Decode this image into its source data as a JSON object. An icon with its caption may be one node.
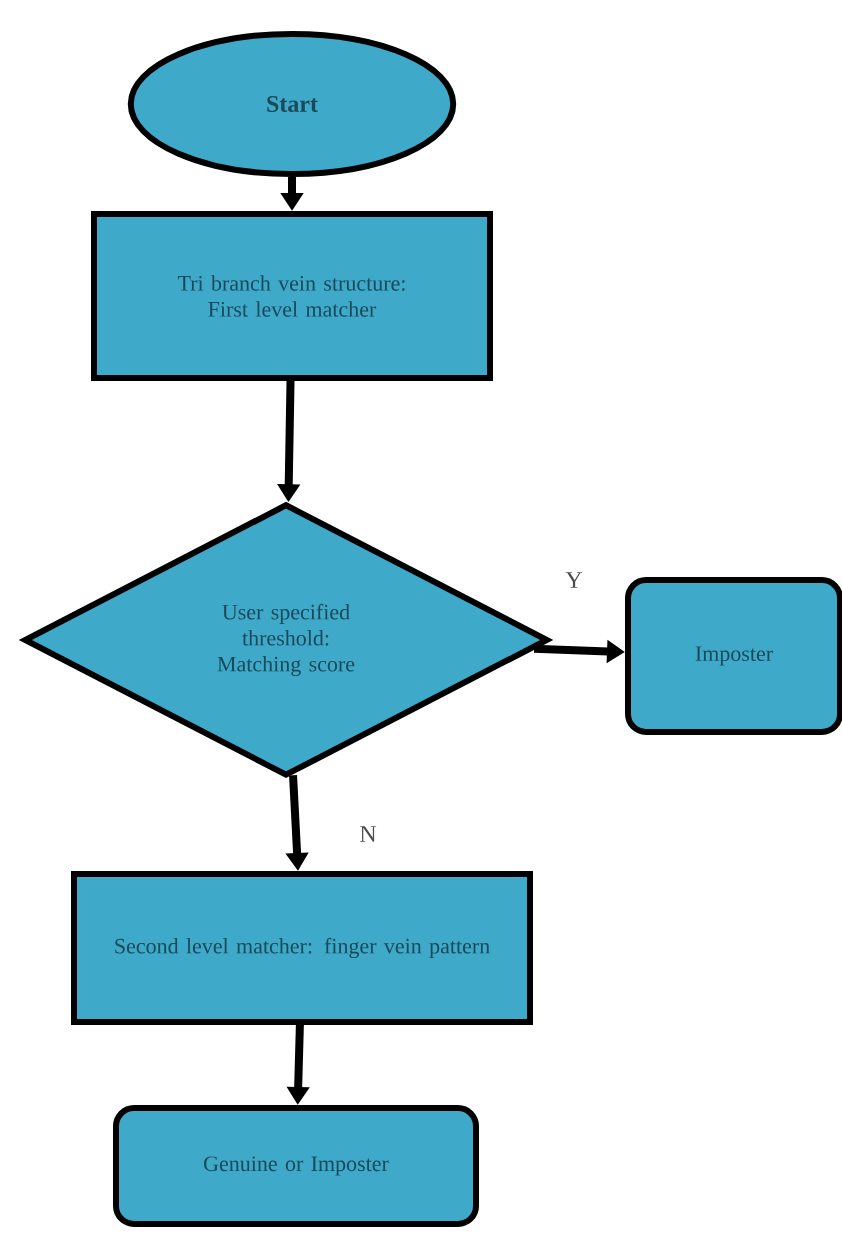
{
  "diagram": {
    "nodes": [
      {
        "text": [
          "Start"
        ]
      },
      {
        "text": [
          "Tri branch vein structure: First level matcher"
        ]
      },
      {
        "text": [
          "User specified threshold: Matching score"
        ]
      },
      {
        "text": [
          "Imposter"
        ]
      },
      {
        "text": [
          "Second level matcher: finger vein pattern"
        ]
      },
      {
        "text": [
          "Genuine or Imposter"
        ]
      }
    ],
    "edges": [
      {
        "from": 0,
        "to": 1,
        "arrow": "to"
      },
      {
        "from": 1,
        "to": 2,
        "arrow": "to"
      },
      {
        "from": 2,
        "to": 3,
        "arrow": "to",
        "label": "Y"
      },
      {
        "from": 2,
        "to": 4,
        "arrow": "to",
        "label": "N"
      },
      {
        "from": 4,
        "to": 5,
        "arrow": "to"
      }
    ]
  }
}
